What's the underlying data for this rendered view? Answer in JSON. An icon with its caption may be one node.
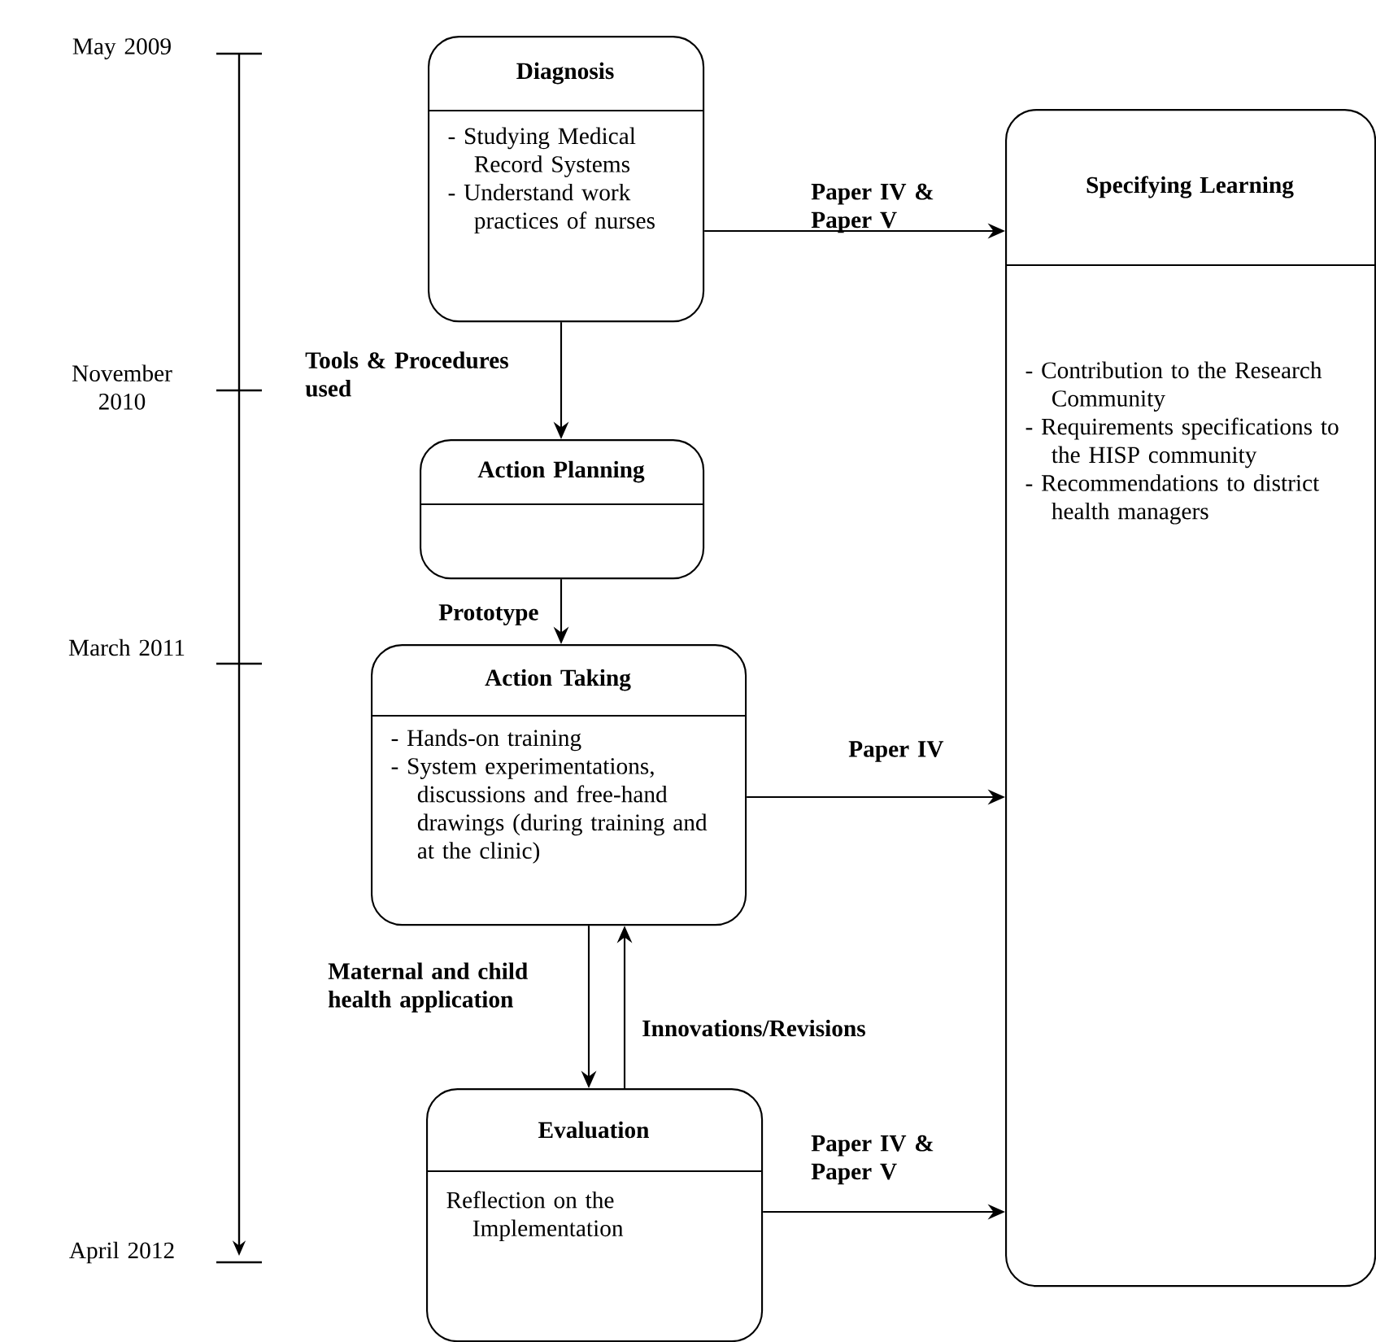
{
  "diagram": {
    "nodes": [
      {
        "text": [
          "Diagnosis",
          "- Studying Medical Record Systems",
          "- Understand work practices of nurses"
        ]
      },
      {
        "text": [
          "Specifying Learning",
          "- Contribution to the Research Community",
          "- Requirements specifications to the HISP community",
          "- Recommendations to district health managers"
        ]
      },
      {
        "text": [
          "Action Planning"
        ]
      },
      {
        "text": [
          "Action Taking",
          "- Hands-on training",
          "- System experimentations, discussions and free-hand drawings (during training and at the clinic)"
        ]
      },
      {
        "text": [
          "Evaluation",
          "Reflection on the Implementation"
        ]
      }
    ],
    "edges": [
      {
        "from": 0,
        "to": 1,
        "arrow": "to",
        "label": "Paper IV & Paper V"
      },
      {
        "from": 0,
        "to": 2,
        "arrow": "to",
        "label": "Tools & Procedures used"
      },
      {
        "from": 2,
        "to": 3,
        "arrow": "to",
        "label": "Prototype"
      },
      {
        "from": 3,
        "to": 1,
        "arrow": "to",
        "label": "Paper IV"
      },
      {
        "from": 3,
        "to": 4,
        "arrow": "to",
        "label": "Maternal and child health application"
      },
      {
        "from": 4,
        "to": 3,
        "arrow": "to",
        "label": "Innovations/Revisions"
      },
      {
        "from": 4,
        "to": 1,
        "arrow": "to",
        "label": "Paper IV & Paper V"
      }
    ],
    "labels": [
      "May 2009",
      "November 2010",
      "March 2011",
      "April 2012"
    ]
  }
}
